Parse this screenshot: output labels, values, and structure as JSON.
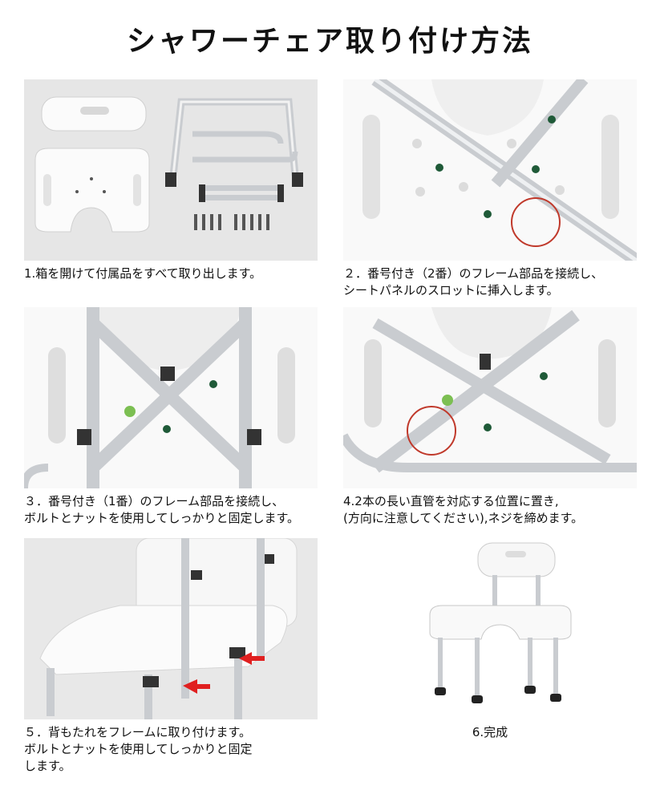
{
  "title": "シャワーチェア取り付け方法",
  "steps": [
    {
      "caption": "1.箱を開けて付属品をすべて取り出します。"
    },
    {
      "caption": "２．番号付き（2番）のフレーム部品を接続し、\nシートパネルのスロットに挿入します。"
    },
    {
      "caption": "３．番号付き（1番）のフレーム部品を接続し、\nボルトとナットを使用してしっかりと固定します。"
    },
    {
      "caption": "4.2本の長い直管を対応する位置に置き,\n(方向に注意してください),ネジを締めます。"
    },
    {
      "caption": "５．背もたれをフレームに取り付けます。\nボルトとナットを使用してしっかりと固定\nします。"
    },
    {
      "caption": "6.完成"
    }
  ],
  "colors": {
    "highlight_circle": "#c0392b",
    "arrow": "#e02020",
    "frame": "#c9ccd0",
    "plastic": "#f7f7f7"
  }
}
